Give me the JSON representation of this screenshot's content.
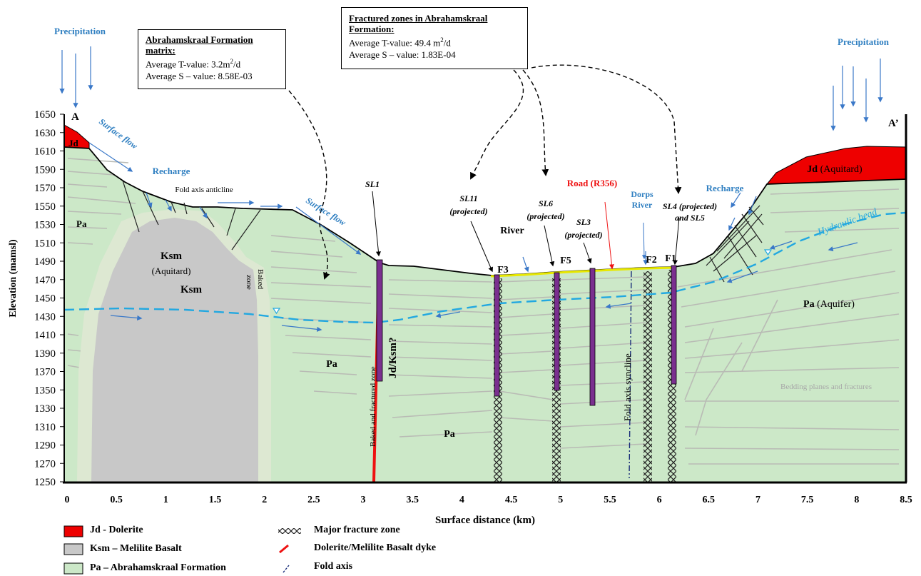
{
  "boxes": {
    "matrix": {
      "heading_line1": "Abrahamskraal Formation",
      "heading_line2": "matrix:",
      "t_prefix": "Average  T-value:  3.2m",
      "t_suffix": "/d",
      "s_line": "Average  S – value:  8.58E-03"
    },
    "fractured": {
      "heading_line1": "Fractured zones in  Abrahamskraal",
      "heading_line2": "Formation:",
      "t_prefix": "Average  T-value:  49.4  m",
      "t_suffix": "/d",
      "s_line": "Average  S – value:  1.83E-04"
    }
  },
  "axes": {
    "y_title": "Elevation (mamsl)",
    "x_title": "Surface distance (km)",
    "y_ticks": [
      "1650",
      "1630",
      "1610",
      "1590",
      "1570",
      "1550",
      "1530",
      "1510",
      "1490",
      "1470",
      "1450",
      "1430",
      "1410",
      "1390",
      "1370",
      "1350",
      "1330",
      "1310",
      "1290",
      "1270",
      "1250"
    ],
    "x_ticks": [
      "0",
      "0.5",
      "1",
      "1.5",
      "2",
      "2.5",
      "3",
      "3.5",
      "4",
      "4.5",
      "5",
      "5.5",
      "6",
      "6.5",
      "7",
      "7.5",
      "8",
      "8.5"
    ]
  },
  "labels": {
    "precip_left": "Precipitation",
    "precip_right": "Precipitation",
    "section_a": "A",
    "section_a_prime": "A’",
    "surface_flow": "Surface flow",
    "recharge": "Recharge",
    "fold_anticline": "Fold axis anticline",
    "jd_left": "Jd",
    "pa": "Pa",
    "ksm": "Ksm",
    "ksm_aquitard": "(Aquitard)",
    "baked_zone_1": "Baked",
    "baked_zone_2": "zone",
    "sl1": "SL1",
    "sl11_1": "SL11",
    "sl11_2": "(projected)",
    "sl6_1": "SL6",
    "sl6_2": "(projected)",
    "sl3_1": "SL3",
    "sl3_2": "(projected)",
    "sl4_1": "SL4 (projected)",
    "sl4_2": "and SL5",
    "road": "Road (R356)",
    "dorps_1": "Dorps",
    "dorps_2": "River",
    "river": "River",
    "hydraulic_head": "Hydraulic head",
    "jd_right": "Jd",
    "jd_right_suffix": " (Aquitard)",
    "pa_aquifer": "Pa",
    "pa_aquifer_suffix": " (Aquifer)",
    "bedding": "Bedding planes and fractures",
    "fold_syncline": "Fold axis syncline",
    "baked_fractured": "Baked and fractured zone",
    "jd_ksm": "Jd/Ksm?",
    "f1": "F1",
    "f2": "F2",
    "f3": "F3",
    "f5": "F5"
  },
  "legend": {
    "jd": "Jd - Dolerite",
    "ksm": "Ksm – Melilite Basalt",
    "pa": "Pa – Abrahamskraal Formation",
    "fracture": "Major fracture zone",
    "dyke": "Dolerite/Melilite Basalt dyke",
    "fold": "Fold axis"
  },
  "colors": {
    "pa": "#cce8c8",
    "ksm": "#c8c8c8",
    "halo": "#dde8d2",
    "jd": "#ee0000",
    "blue_text": "#2f7fc1",
    "head": "#22a8e0",
    "borehole": "#7a2f8f",
    "dyke": "#ee1111",
    "road": "#ee1111"
  }
}
